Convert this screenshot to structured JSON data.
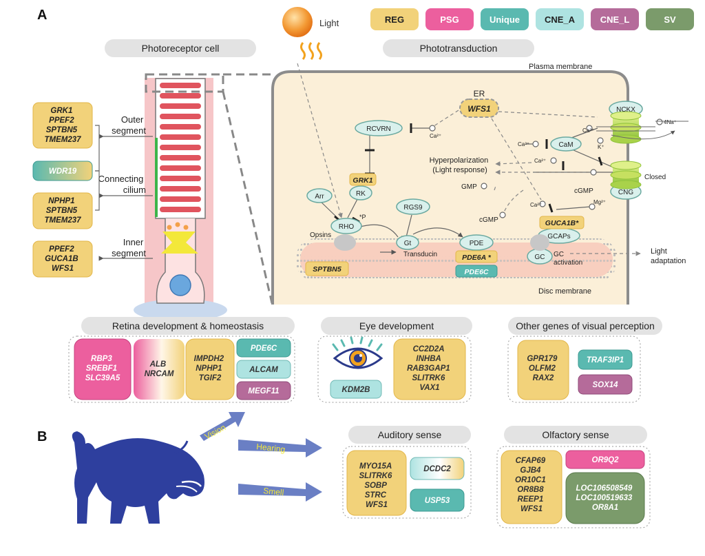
{
  "panels": {
    "a": "A",
    "b": "B"
  },
  "legend": [
    {
      "label": "REG",
      "color": "#f2d27a",
      "text": "#222"
    },
    {
      "label": "PSG",
      "color": "#ec5f9e",
      "text": "#fff"
    },
    {
      "label": "Unique",
      "color": "#5ab9b0",
      "text": "#fff"
    },
    {
      "label": "CNE_A",
      "color": "#aee3e1",
      "text": "#222"
    },
    {
      "label": "CNE_L",
      "color": "#b56b9a",
      "text": "#fff"
    },
    {
      "label": "SV",
      "color": "#7b9b6b",
      "text": "#fff"
    }
  ],
  "light": {
    "label": "Light"
  },
  "headers": {
    "photoreceptor": "Photoreceptor cell",
    "phototransduction": "Phototransduction",
    "retina": "Retina development & homeostasis",
    "eye": "Eye development",
    "other": "Other genes of visual perception",
    "auditory": "Auditory sense",
    "olfactory": "Olfactory sense"
  },
  "cell": {
    "outer_segment": [
      "Outer",
      "segment"
    ],
    "connecting_cilium": [
      "Connecting",
      "cilium"
    ],
    "inner_segment": [
      "Inner",
      "segment"
    ],
    "box_outer": [
      "GRK1",
      "PPEF2",
      "SPTBN5",
      "TMEM237"
    ],
    "box_wdr19": "WDR19",
    "box_cilium": [
      "NPHP1",
      "SPTBN5",
      "TMEM237"
    ],
    "box_inner": [
      "PPEF2",
      "GUCA1B",
      "WFS1"
    ]
  },
  "transduction": {
    "plasma_membrane": "Plasma membrane",
    "disc_membrane": "Disc membrane",
    "er": "ER",
    "wfs1": "WFS1",
    "rcvrn": "RCVRN",
    "grk1": "GRK1",
    "rk": "RK",
    "arr": "Arr",
    "rho": "RHO",
    "p": "*P",
    "opsins": "Opsins",
    "sptbn5": "SPTBN5",
    "rgs9": "RGS9",
    "gt": "Gt",
    "transducin": "Transducin",
    "pde": "PDE",
    "pde6a": "PDE6A *",
    "pde6c": "PDE6C",
    "hyper": [
      "Hyperpolarization",
      "(Light response)"
    ],
    "gmp": "GMP",
    "cgmp": "cGMP",
    "cgmp2": "cGMP",
    "ca": "Ca²⁺",
    "mg": "Mg²⁺",
    "k": "K⁺",
    "na": "4Na⁺",
    "cam": "CaM",
    "guca1b": "GUCA1B*",
    "gcaps": "GCAPs",
    "gc": "GC",
    "gc_activation": [
      "GC",
      "activation"
    ],
    "nckx": "NCKX",
    "cng": "CNG",
    "closed": "Closed",
    "light_adaptation": [
      "Light",
      "adaptation"
    ]
  },
  "retina": {
    "psg": [
      "RBP3",
      "SREBF1",
      "SLC39A5"
    ],
    "gradient": [
      "ALB",
      "NRCAM"
    ],
    "reg": [
      "IMPDH2",
      "NPHP1",
      "TGIF2"
    ],
    "pde6c": "PDE6C",
    "alcam": "ALCAM",
    "megf11": "MEGF11"
  },
  "eye": {
    "kdm2b": "KDM2B",
    "reg": [
      "CC2D2A",
      "INHBA",
      "RAB3GAP1",
      "SLITRK6",
      "VAX1"
    ]
  },
  "other": {
    "reg": [
      "GPR179",
      "OLFM2",
      "RAX2"
    ],
    "traf3ip1": "TRAF3IP1",
    "sox14": "SOX14"
  },
  "senses": {
    "vision": "Vision",
    "hearing": "Hearing",
    "smell": "Smell"
  },
  "auditory": {
    "reg": [
      "MYO15A",
      "SLITRK6",
      "SOBP",
      "STRC",
      "WFS1"
    ],
    "dcdc2": "DCDC2",
    "usp53": "USP53"
  },
  "olfactory": {
    "reg": [
      "CFAP69",
      "GJB4",
      "OR10C1",
      "OR8B8",
      "REEP1",
      "WFS1"
    ],
    "or9q2": "OR9Q2",
    "sv": [
      "LOC106508549",
      "LOC100519633",
      "OR8A1"
    ]
  },
  "colors": {
    "reg": "#f2d27a",
    "psg": "#ec5f9e",
    "unique": "#5ab9b0",
    "cne_a": "#aee3e1",
    "cne_l": "#b56b9a",
    "sv": "#7b9b6b",
    "arrow": "#6a7fc4",
    "boar": "#2e3f9e"
  }
}
